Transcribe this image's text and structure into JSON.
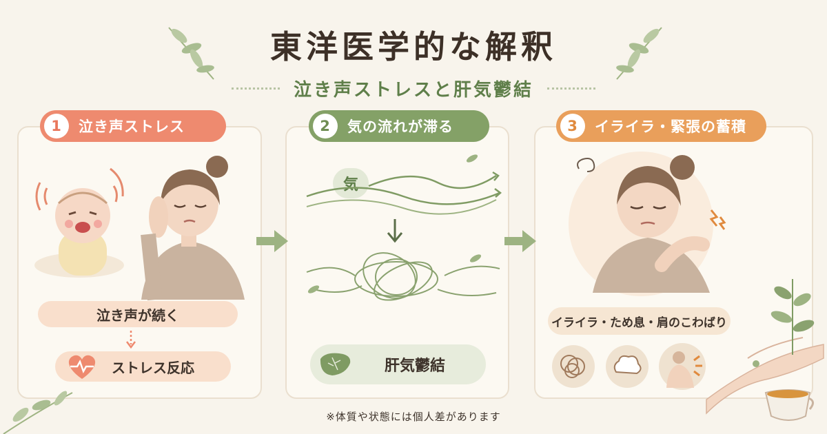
{
  "title": "東洋医学的な解釈",
  "subtitle": "泣き声ストレスと肝気鬱結",
  "steps": [
    {
      "number": "1",
      "label": "泣き声ストレス",
      "caption": "泣き声が続く",
      "result": "ストレス反応"
    },
    {
      "number": "2",
      "label": "気の流れが滞る",
      "qi_label": "気",
      "result": "肝気鬱結"
    },
    {
      "number": "3",
      "label": "イライラ・緊張の蓄積",
      "caption": "イライラ・ため息・肩のこわばり"
    }
  ],
  "footnote": "※体質や状態には個人差があります",
  "colors": {
    "background": "#f8f4ec",
    "step1": "#ee8a6f",
    "step2": "#84a167",
    "step3": "#e99f5b",
    "title": "#3d3027",
    "subtitle": "#5f7f4a"
  },
  "icons": [
    "leaf-icon",
    "arrow-right-icon",
    "heart-pulse-icon",
    "liver-icon",
    "tangle-icon",
    "sigh-icon",
    "shoulder-icon",
    "tea-cup-icon"
  ]
}
